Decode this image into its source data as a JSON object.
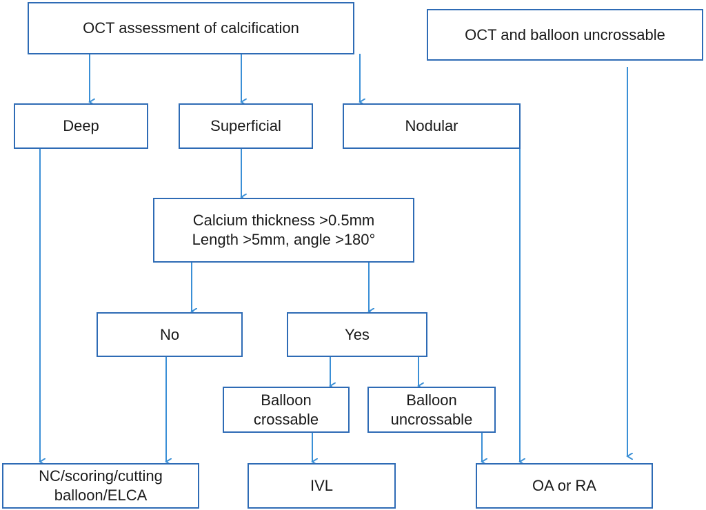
{
  "diagram": {
    "title": "OCT-guided calcium modification algorithm",
    "colors": {
      "border": "#2e6bb5",
      "arrow": "#3a8fd6",
      "text": "#1a1a1a"
    },
    "nodes": {
      "oct_assessment": "OCT assessment of calcification",
      "oct_uncrossable": "OCT and balloon uncrossable",
      "deep": "Deep",
      "superficial": "Superficial",
      "nodular": "Nodular",
      "calcium_criteria": "Calcium thickness >0.5mm\nLength >5mm, angle >180°",
      "no": "No",
      "yes": "Yes",
      "balloon_crossable": "Balloon\ncrossable",
      "balloon_uncrossable": "Balloon\nuncrossable",
      "nc_scoring": "NC/scoring/cutting\nballoon/ELCA",
      "ivl": "IVL",
      "oa_ra": "OA or RA"
    },
    "edges": [
      [
        "oct_assessment",
        "deep"
      ],
      [
        "oct_assessment",
        "superficial"
      ],
      [
        "oct_assessment",
        "nodular"
      ],
      [
        "superficial",
        "calcium_criteria"
      ],
      [
        "calcium_criteria",
        "no"
      ],
      [
        "calcium_criteria",
        "yes"
      ],
      [
        "yes",
        "balloon_crossable"
      ],
      [
        "yes",
        "balloon_uncrossable"
      ],
      [
        "deep",
        "nc_scoring"
      ],
      [
        "no",
        "nc_scoring"
      ],
      [
        "balloon_crossable",
        "ivl"
      ],
      [
        "balloon_uncrossable",
        "oa_ra"
      ],
      [
        "nodular",
        "oa_ra"
      ],
      [
        "oct_uncrossable",
        "oa_ra"
      ]
    ]
  }
}
